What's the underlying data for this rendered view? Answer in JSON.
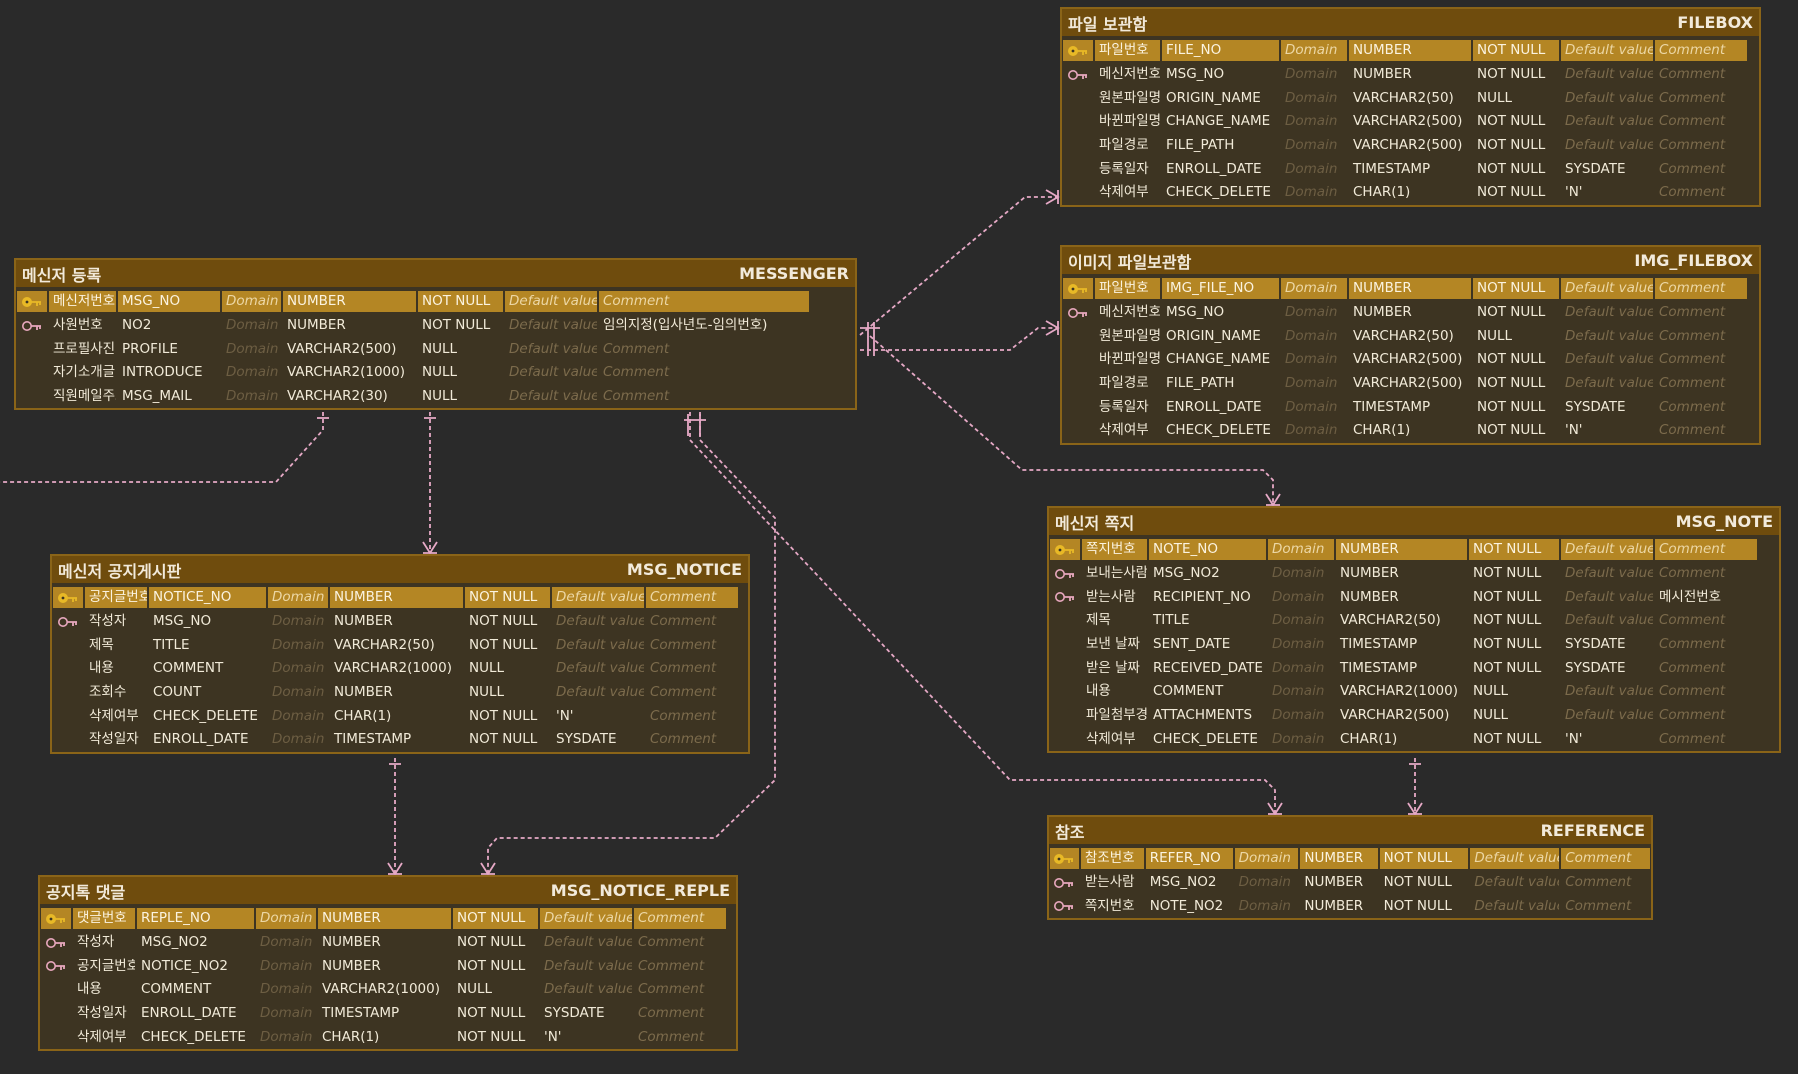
{
  "colors": {
    "background": "#2a2a2a",
    "entity_body": "#3d3422",
    "entity_border": "#8a6418",
    "entity_header": "#6f4c0d",
    "pk_row": "#b48624",
    "connector": "#e6a9c6",
    "pk_icon": "#e8b926",
    "fk_icon": "#e7a7bd"
  },
  "entities": [
    {
      "id": "filebox",
      "title": "파일 보관함",
      "table": "FILEBOX",
      "columns": [
        {
          "key": "pk",
          "logical": "파일번호",
          "physical": "FILE_NO",
          "domain": "Domain",
          "type": "NUMBER",
          "nullable": "NOT NULL",
          "default": "Default value",
          "comment": "Comment"
        },
        {
          "key": "fk",
          "logical": "메신저번호",
          "physical": "MSG_NO",
          "domain": "Domain",
          "type": "NUMBER",
          "nullable": "NOT NULL",
          "default": "Default value",
          "comment": "Comment"
        },
        {
          "key": "",
          "logical": "원본파일명",
          "physical": "ORIGIN_NAME",
          "domain": "Domain",
          "type": "VARCHAR2(50)",
          "nullable": "NULL",
          "default": "Default value",
          "comment": "Comment"
        },
        {
          "key": "",
          "logical": "바뀐파일명",
          "physical": "CHANGE_NAME",
          "domain": "Domain",
          "type": "VARCHAR2(500)",
          "nullable": "NOT NULL",
          "default": "Default value",
          "comment": "Comment"
        },
        {
          "key": "",
          "logical": "파일경로",
          "physical": "FILE_PATH",
          "domain": "Domain",
          "type": "VARCHAR2(500)",
          "nullable": "NOT NULL",
          "default": "Default value",
          "comment": "Comment"
        },
        {
          "key": "",
          "logical": "등록일자",
          "physical": "ENROLL_DATE",
          "domain": "Domain",
          "type": "TIMESTAMP",
          "nullable": "NOT NULL",
          "default": "SYSDATE",
          "comment": "Comment"
        },
        {
          "key": "",
          "logical": "삭제여부",
          "physical": "CHECK_DELETE",
          "domain": "Domain",
          "type": "CHAR(1)",
          "nullable": "NOT NULL",
          "default": "'N'",
          "comment": "Comment"
        }
      ]
    },
    {
      "id": "img_filebox",
      "title": "이미지 파일보관함",
      "table": "IMG_FILEBOX",
      "columns": [
        {
          "key": "pk",
          "logical": "파일번호",
          "physical": "IMG_FILE_NO",
          "domain": "Domain",
          "type": "NUMBER",
          "nullable": "NOT NULL",
          "default": "Default value",
          "comment": "Comment"
        },
        {
          "key": "fk",
          "logical": "메신저번호",
          "physical": "MSG_NO",
          "domain": "Domain",
          "type": "NUMBER",
          "nullable": "NOT NULL",
          "default": "Default value",
          "comment": "Comment"
        },
        {
          "key": "",
          "logical": "원본파일명",
          "physical": "ORIGIN_NAME",
          "domain": "Domain",
          "type": "VARCHAR2(50)",
          "nullable": "NULL",
          "default": "Default value",
          "comment": "Comment"
        },
        {
          "key": "",
          "logical": "바뀐파일명",
          "physical": "CHANGE_NAME",
          "domain": "Domain",
          "type": "VARCHAR2(500)",
          "nullable": "NOT NULL",
          "default": "Default value",
          "comment": "Comment"
        },
        {
          "key": "",
          "logical": "파일경로",
          "physical": "FILE_PATH",
          "domain": "Domain",
          "type": "VARCHAR2(500)",
          "nullable": "NOT NULL",
          "default": "Default value",
          "comment": "Comment"
        },
        {
          "key": "",
          "logical": "등록일자",
          "physical": "ENROLL_DATE",
          "domain": "Domain",
          "type": "TIMESTAMP",
          "nullable": "NOT NULL",
          "default": "SYSDATE",
          "comment": "Comment"
        },
        {
          "key": "",
          "logical": "삭제여부",
          "physical": "CHECK_DELETE",
          "domain": "Domain",
          "type": "CHAR(1)",
          "nullable": "NOT NULL",
          "default": "'N'",
          "comment": "Comment"
        }
      ]
    },
    {
      "id": "messenger",
      "title": "메신저 등록",
      "table": "MESSENGER",
      "columns": [
        {
          "key": "pk",
          "logical": "메신저번호",
          "physical": "MSG_NO",
          "domain": "Domain",
          "type": "NUMBER",
          "nullable": "NOT NULL",
          "default": "Default value",
          "comment": "Comment"
        },
        {
          "key": "fk",
          "logical": "사원번호",
          "physical": "NO2",
          "domain": "Domain",
          "type": "NUMBER",
          "nullable": "NOT NULL",
          "default": "Default value",
          "comment": "임의지정(입사년도-임의번호)"
        },
        {
          "key": "",
          "logical": "프로필사진경로",
          "physical": "PROFILE",
          "domain": "Domain",
          "type": "VARCHAR2(500)",
          "nullable": "NULL",
          "default": "Default value",
          "comment": "Comment"
        },
        {
          "key": "",
          "logical": "자기소개글",
          "physical": "INTRODUCE",
          "domain": "Domain",
          "type": "VARCHAR2(1000)",
          "nullable": "NULL",
          "default": "Default value",
          "comment": "Comment"
        },
        {
          "key": "",
          "logical": "직원메일주소",
          "physical": "MSG_MAIL",
          "domain": "Domain",
          "type": "VARCHAR2(30)",
          "nullable": "NULL",
          "default": "Default value",
          "comment": "Comment"
        }
      ]
    },
    {
      "id": "msg_note",
      "title": "메신저 쪽지",
      "table": "MSG_NOTE",
      "columns": [
        {
          "key": "pk",
          "logical": "쪽지번호",
          "physical": "NOTE_NO",
          "domain": "Domain",
          "type": "NUMBER",
          "nullable": "NOT NULL",
          "default": "Default value",
          "comment": "Comment"
        },
        {
          "key": "fk",
          "logical": "보내는사람",
          "physical": "MSG_NO2",
          "domain": "Domain",
          "type": "NUMBER",
          "nullable": "NOT NULL",
          "default": "Default value",
          "comment": "Comment"
        },
        {
          "key": "fk",
          "logical": "받는사람",
          "physical": "RECIPIENT_NO",
          "domain": "Domain",
          "type": "NUMBER",
          "nullable": "NOT NULL",
          "default": "Default value",
          "comment": "메시전번호"
        },
        {
          "key": "",
          "logical": "제목",
          "physical": "TITLE",
          "domain": "Domain",
          "type": "VARCHAR2(50)",
          "nullable": "NOT NULL",
          "default": "Default value",
          "comment": "Comment"
        },
        {
          "key": "",
          "logical": "보낸 날짜",
          "physical": "SENT_DATE",
          "domain": "Domain",
          "type": "TIMESTAMP",
          "nullable": "NOT NULL",
          "default": "SYSDATE",
          "comment": "Comment"
        },
        {
          "key": "",
          "logical": "받은 날짜",
          "physical": "RECEIVED_DATE",
          "domain": "Domain",
          "type": "TIMESTAMP",
          "nullable": "NOT NULL",
          "default": "SYSDATE",
          "comment": "Comment"
        },
        {
          "key": "",
          "logical": "내용",
          "physical": "COMMENT",
          "domain": "Domain",
          "type": "VARCHAR2(1000)",
          "nullable": "NULL",
          "default": "Default value",
          "comment": "Comment"
        },
        {
          "key": "",
          "logical": "파일첨부경로",
          "physical": "ATTACHMENTS",
          "domain": "Domain",
          "type": "VARCHAR2(500)",
          "nullable": "NULL",
          "default": "Default value",
          "comment": "Comment"
        },
        {
          "key": "",
          "logical": "삭제여부",
          "physical": "CHECK_DELETE",
          "domain": "Domain",
          "type": "CHAR(1)",
          "nullable": "NOT NULL",
          "default": "'N'",
          "comment": "Comment"
        }
      ]
    },
    {
      "id": "msg_notice",
      "title": "메신저 공지게시판",
      "table": "MSG_NOTICE",
      "columns": [
        {
          "key": "pk",
          "logical": "공지글번호",
          "physical": "NOTICE_NO",
          "domain": "Domain",
          "type": "NUMBER",
          "nullable": "NOT NULL",
          "default": "Default value",
          "comment": "Comment"
        },
        {
          "key": "fk",
          "logical": "작성자",
          "physical": "MSG_NO",
          "domain": "Domain",
          "type": "NUMBER",
          "nullable": "NOT NULL",
          "default": "Default value",
          "comment": "Comment"
        },
        {
          "key": "",
          "logical": "제목",
          "physical": "TITLE",
          "domain": "Domain",
          "type": "VARCHAR2(50)",
          "nullable": "NOT NULL",
          "default": "Default value",
          "comment": "Comment"
        },
        {
          "key": "",
          "logical": "내용",
          "physical": "COMMENT",
          "domain": "Domain",
          "type": "VARCHAR2(1000)",
          "nullable": "NULL",
          "default": "Default value",
          "comment": "Comment"
        },
        {
          "key": "",
          "logical": "조회수",
          "physical": "COUNT",
          "domain": "Domain",
          "type": "NUMBER",
          "nullable": "NULL",
          "default": "Default value",
          "comment": "Comment"
        },
        {
          "key": "",
          "logical": "삭제여부",
          "physical": "CHECK_DELETE",
          "domain": "Domain",
          "type": "CHAR(1)",
          "nullable": "NOT NULL",
          "default": "'N'",
          "comment": "Comment"
        },
        {
          "key": "",
          "logical": "작성일자",
          "physical": "ENROLL_DATE",
          "domain": "Domain",
          "type": "TIMESTAMP",
          "nullable": "NOT NULL",
          "default": "SYSDATE",
          "comment": "Comment"
        }
      ]
    },
    {
      "id": "reference",
      "title": "참조",
      "table": "REFERENCE",
      "columns": [
        {
          "key": "pk",
          "logical": "참조번호",
          "physical": "REFER_NO",
          "domain": "Domain",
          "type": "NUMBER",
          "nullable": "NOT NULL",
          "default": "Default value",
          "comment": "Comment"
        },
        {
          "key": "fk",
          "logical": "받는사람",
          "physical": "MSG_NO2",
          "domain": "Domain",
          "type": "NUMBER",
          "nullable": "NOT NULL",
          "default": "Default value",
          "comment": "Comment"
        },
        {
          "key": "fk",
          "logical": "쪽지번호",
          "physical": "NOTE_NO2",
          "domain": "Domain",
          "type": "NUMBER",
          "nullable": "NOT NULL",
          "default": "Default value",
          "comment": "Comment"
        }
      ]
    },
    {
      "id": "msg_notice_reple",
      "title": "공지톡 댓글",
      "table": "MSG_NOTICE_REPLE",
      "columns": [
        {
          "key": "pk",
          "logical": "댓글번호",
          "physical": "REPLE_NO",
          "domain": "Domain",
          "type": "NUMBER",
          "nullable": "NOT NULL",
          "default": "Default value",
          "comment": "Comment"
        },
        {
          "key": "fk",
          "logical": "작성자",
          "physical": "MSG_NO2",
          "domain": "Domain",
          "type": "NUMBER",
          "nullable": "NOT NULL",
          "default": "Default value",
          "comment": "Comment"
        },
        {
          "key": "fk",
          "logical": "공지글번호",
          "physical": "NOTICE_NO2",
          "domain": "Domain",
          "type": "NUMBER",
          "nullable": "NOT NULL",
          "default": "Default value",
          "comment": "Comment"
        },
        {
          "key": "",
          "logical": "내용",
          "physical": "COMMENT",
          "domain": "Domain",
          "type": "VARCHAR2(1000)",
          "nullable": "NULL",
          "default": "Default value",
          "comment": "Comment"
        },
        {
          "key": "",
          "logical": "작성일자",
          "physical": "ENROLL_DATE",
          "domain": "Domain",
          "type": "TIMESTAMP",
          "nullable": "NOT NULL",
          "default": "SYSDATE",
          "comment": "Comment"
        },
        {
          "key": "",
          "logical": "삭제여부",
          "physical": "CHECK_DELETE",
          "domain": "Domain",
          "type": "CHAR(1)",
          "nullable": "NOT NULL",
          "default": "'N'",
          "comment": "Comment"
        }
      ]
    }
  ],
  "relationships": [
    {
      "from": "messenger",
      "to": "filebox",
      "cardinality": "one-to-many"
    },
    {
      "from": "messenger",
      "to": "img_filebox",
      "cardinality": "one-to-many"
    },
    {
      "from": "messenger",
      "to": "msg_note",
      "cardinality": "one-to-many"
    },
    {
      "from": "messenger",
      "to": "msg_notice",
      "cardinality": "one-to-many"
    },
    {
      "from": "messenger",
      "to": "msg_notice_reple",
      "cardinality": "one-to-many"
    },
    {
      "from": "messenger",
      "to": "reference",
      "cardinality": "one-to-many"
    },
    {
      "from": "msg_note",
      "to": "reference",
      "cardinality": "one-to-many"
    },
    {
      "from": "msg_notice",
      "to": "msg_notice_reple",
      "cardinality": "one-to-many"
    },
    {
      "from": "messenger",
      "to": "offscreen-left",
      "cardinality": "one-to-many"
    }
  ]
}
